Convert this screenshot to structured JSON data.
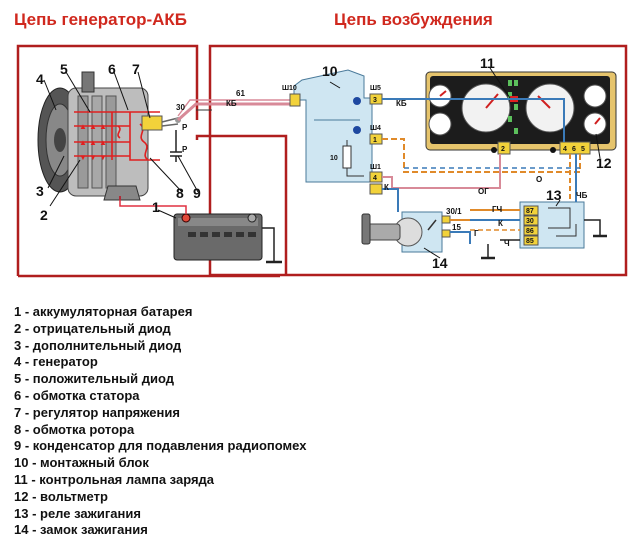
{
  "titles": {
    "left": "Цепь генератор-АКБ",
    "right": "Цепь возбуждения"
  },
  "callouts": [
    "1",
    "2",
    "3",
    "4",
    "5",
    "6",
    "7",
    "8",
    "9",
    "10",
    "11",
    "12",
    "13",
    "14"
  ],
  "wire_labels": {
    "w61": "61",
    "kb_left": "КБ",
    "w30": "30",
    "p_top": "Р",
    "p_mid": "Р",
    "kb_right": "КБ",
    "o": "О",
    "og": "ОГ",
    "gch": "ГЧ",
    "k": "К",
    "g": "Г",
    "ch": "Ч",
    "chb": "ЧБ",
    "k_block": "К",
    "w15": "15",
    "w301": "30/1"
  },
  "connector_labels": {
    "sh10": "Ш10",
    "sh5": "Ш5",
    "sh4": "Ш4",
    "sh1": "Ш1",
    "pin3": "3",
    "pin1": "1",
    "pin4": "4",
    "pin10": "10",
    "pin2": "2",
    "pin4b": "4",
    "pin6": "6",
    "pin5": "5",
    "r87": "87",
    "r30": "30",
    "r86": "86",
    "r85": "85"
  },
  "legend": [
    "1 - аккумуляторная батарея",
    "2 - отрицательный диод",
    "3 - дополнительный диод",
    "4 - генератор",
    "5 - положительный диод",
    "6 - обмотка статора",
    "7 - регулятор напряжения",
    "8 - обмотка ротора",
    "9 - конденсатор для подавления радиопомех",
    "10 - монтажный блок",
    "11 - контрольная лампа заряда",
    "12 - вольтметр",
    "13 - реле зажигания",
    "14 - замок зажигания"
  ],
  "colors": {
    "title": "#d0281e",
    "frame": "#b01e1e",
    "block": "#cfe6f2",
    "panel": "#e6c46c",
    "wire_blue": "#3a7ab8",
    "wire_orange": "#e08a2a",
    "wire_pink": "#d88a98"
  }
}
